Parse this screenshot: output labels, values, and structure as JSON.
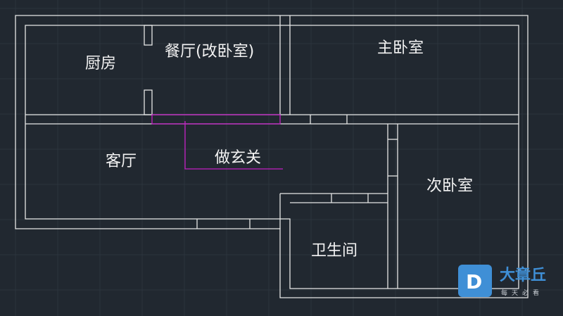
{
  "rooms": {
    "kitchen": "厨房",
    "dining": "餐厅(改卧室)",
    "master_bedroom": "主卧室",
    "living_room": "客厅",
    "foyer": "做玄关",
    "second_bedroom": "次卧室",
    "bathroom": "卫生间"
  },
  "watermark": {
    "title": "大章丘",
    "subtitle": "每天必看",
    "logo_letter": "D"
  },
  "colors": {
    "background": "#212830",
    "wall": "#e6e6e6",
    "annotation": "#c21fc2",
    "accent": "#3f8fd6"
  }
}
